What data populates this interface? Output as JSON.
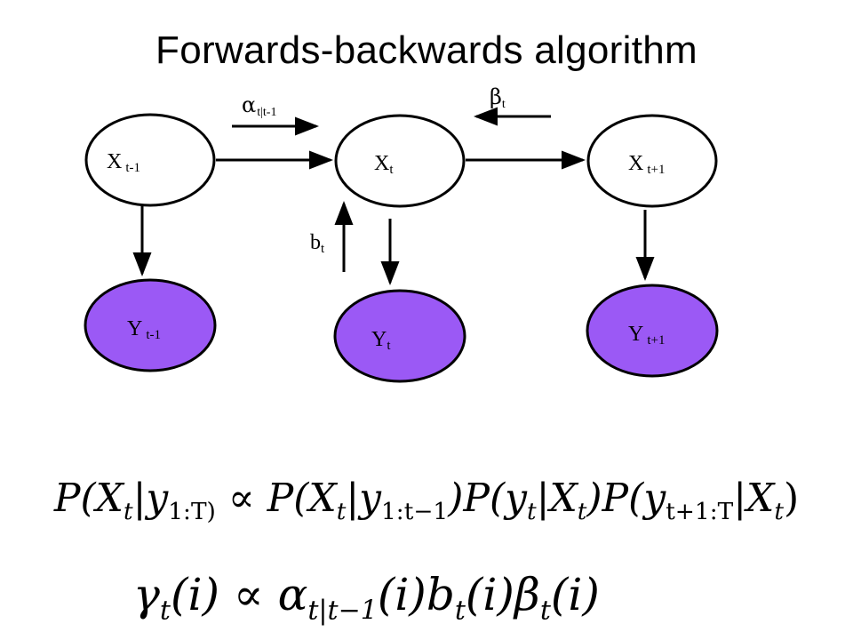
{
  "title": "Forwards-backwards algorithm",
  "nodes": {
    "x_prev": {
      "main": "X",
      "sub": "t-1"
    },
    "x_curr": {
      "main": "X",
      "sub": "t"
    },
    "x_next": {
      "main": "X",
      "sub": "t+1"
    },
    "y_prev": {
      "main": "Y",
      "sub": "t-1"
    },
    "y_curr": {
      "main": "Y",
      "sub": "t"
    },
    "y_next": {
      "main": "Y",
      "sub": "t+1"
    }
  },
  "messages": {
    "alpha": {
      "main": "α",
      "sub": "t|t-1"
    },
    "beta": {
      "main": "β",
      "sub": "t"
    },
    "b": {
      "main": "b",
      "sub": "t"
    }
  },
  "equations": {
    "eq1": {
      "p1": "P(X",
      "s1": "t",
      "p2": "|y",
      "s2": "1:T)",
      "prop": " ∝ ",
      "p3": "P(X",
      "s3": "t",
      "p4": "|y",
      "s4": "1:t−1",
      "p5": ")P(y",
      "s5": "t",
      "p6": "|X",
      "s6": "t",
      "p7": ")P(y",
      "s7": "t+1:T",
      "p8": "|X",
      "s8": "t",
      "p9": ")"
    },
    "eq2": {
      "g": "γ",
      "gs": "t",
      "gi": "(i)",
      "prop": " ∝ ",
      "a": "α",
      "as": "t|t−1",
      "ai": "(i)",
      "b": "b",
      "bs": "t",
      "bi": "(i)",
      "be": "β",
      "bes": "t",
      "bei": "(i)"
    }
  },
  "colors": {
    "observed_fill": "#9b59f5",
    "stroke": "#000000",
    "hidden_fill": "#ffffff"
  }
}
